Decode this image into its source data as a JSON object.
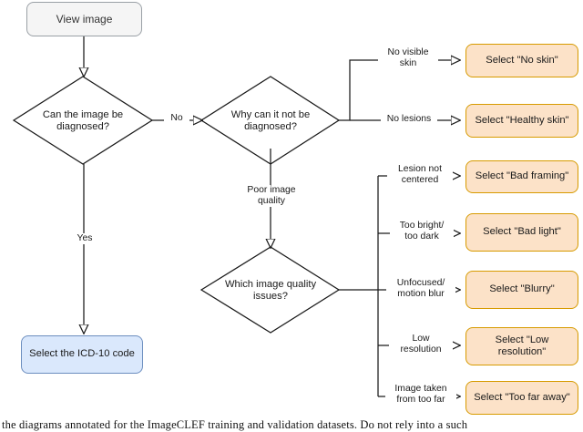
{
  "figure": {
    "kind": "flowchart",
    "caption": "the diagrams annotated for the ImageCLEF training and validation datasets. Do not rely into a such"
  },
  "colors": {
    "start_fill": "#f5f5f5",
    "start_border": "#9aa0a6",
    "blue_fill": "#dae8fc",
    "blue_border": "#6c8ebf",
    "orange_fill": "#fce2c8",
    "orange_border": "#d79b00",
    "line": "#1a1a1a",
    "background": "#ffffff"
  },
  "nodes": {
    "start": {
      "label": "View image"
    },
    "decision_diagnosable": {
      "label": "Can the image be diagnosed?"
    },
    "decision_why": {
      "label": "Why can it not be diagnosed?"
    },
    "decision_quality": {
      "label": "Which image quality issues?"
    },
    "icd10": {
      "label": "Select the ICD-10 code"
    },
    "no_skin": {
      "label": "Select \"No skin\""
    },
    "healthy_skin": {
      "label": "Select \"Healthy skin\""
    },
    "bad_framing": {
      "label": "Select \"Bad framing\""
    },
    "bad_light": {
      "label": "Select \"Bad light\""
    },
    "blurry": {
      "label": "Select \"Blurry\""
    },
    "low_resolution": {
      "label": "Select \"Low resolution\""
    },
    "too_far": {
      "label": "Select \"Too far away\""
    }
  },
  "edge_labels": {
    "no": "No",
    "yes": "Yes",
    "no_visible_skin": "No visible\nskin",
    "no_lesions": "No lesions",
    "poor_image_quality": "Poor image\nquality",
    "lesion_not_centered": "Lesion not\ncentered",
    "too_bright_too_dark": "Too bright/\ntoo dark",
    "unfocused_motion_blur": "Unfocused/\nmotion blur",
    "low_resolution": "Low\nresolution",
    "image_taken_from_too_far": "Image taken\nfrom too far"
  }
}
